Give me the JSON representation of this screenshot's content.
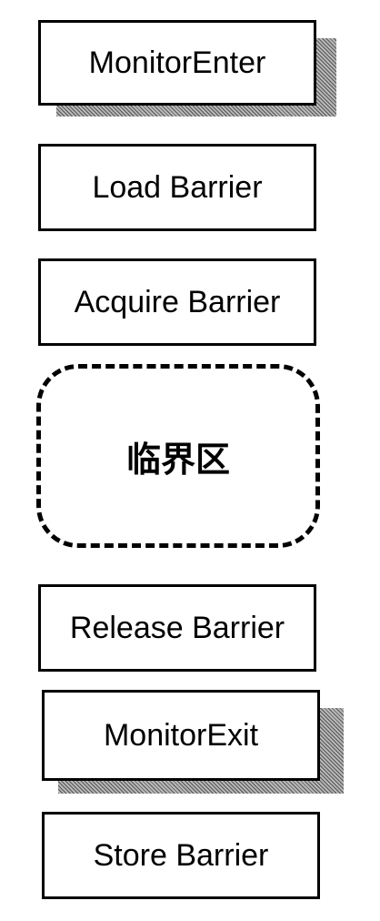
{
  "diagram": {
    "steps": {
      "monitor_enter": "MonitorEnter",
      "load_barrier": "Load Barrier",
      "acquire_barrier": "Acquire Barrier",
      "critical_section": "临界区",
      "release_barrier": "Release Barrier",
      "monitor_exit": "MonitorExit",
      "store_barrier": "Store Barrier"
    }
  }
}
